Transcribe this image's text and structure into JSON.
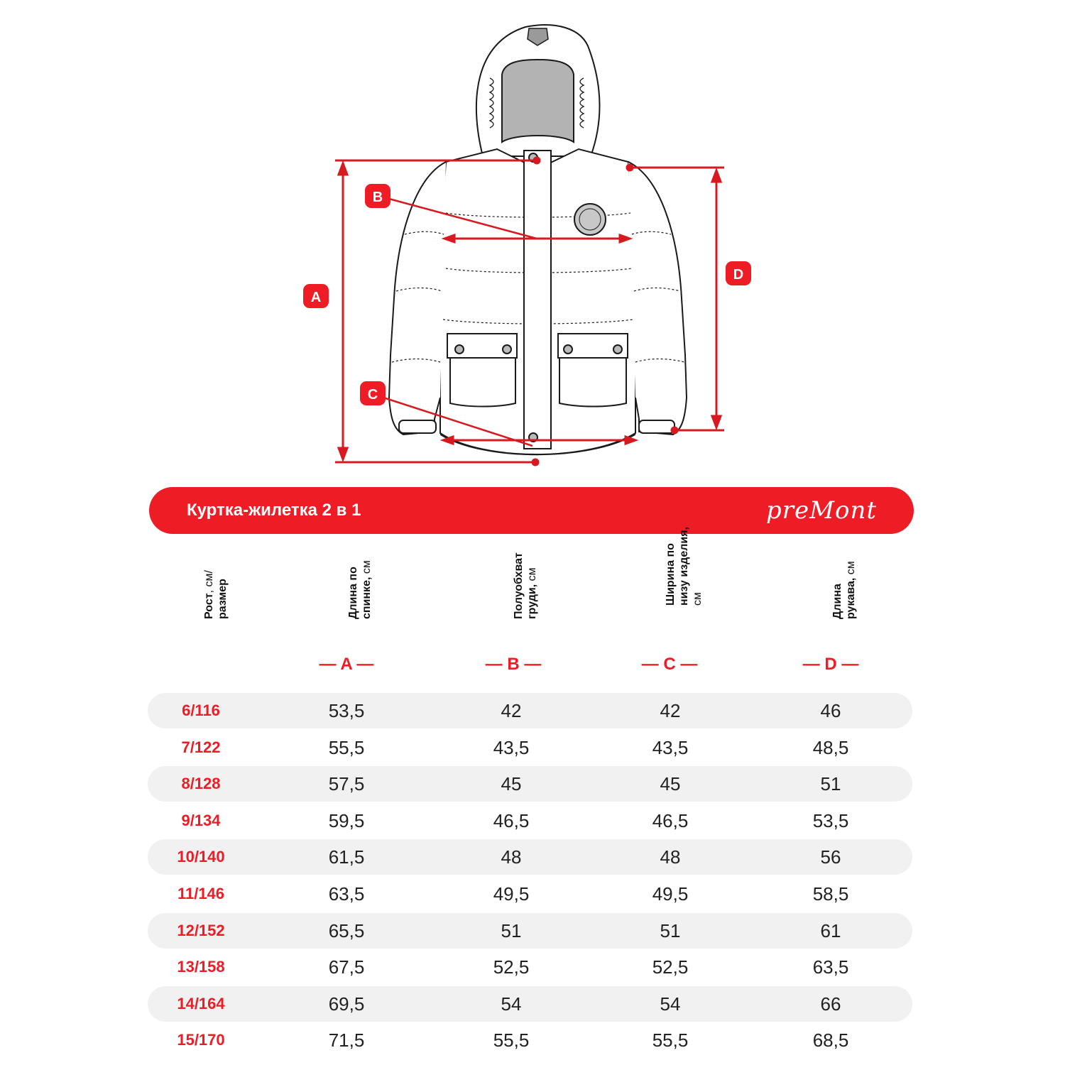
{
  "diagram": {
    "labels": [
      "A",
      "B",
      "C",
      "D"
    ]
  },
  "banner": {
    "title": "Куртка-жилетка 2 в 1",
    "brand": "preMont"
  },
  "table": {
    "headers": [
      {
        "line1": "Рост",
        "line1_unit": ", см/",
        "line2": "размер",
        "line2_unit": "",
        "line3": ""
      },
      {
        "line1": "Длина по",
        "line1_unit": "",
        "line2": "спинке,",
        "line2_unit": " см",
        "line3": ""
      },
      {
        "line1": "Полуобхват",
        "line1_unit": "",
        "line2": "груди,",
        "line2_unit": " см",
        "line3": ""
      },
      {
        "line1": "Ширина по",
        "line1_unit": "",
        "line2": "низу изделия,",
        "line2_unit": "",
        "line3": "см"
      },
      {
        "line1": "Длина",
        "line1_unit": "",
        "line2": "рукава,",
        "line2_unit": " см",
        "line3": ""
      }
    ],
    "letters": [
      "— A —",
      "— B —",
      "— C —",
      "— D —"
    ],
    "rows": [
      [
        "6/116",
        "53,5",
        "42",
        "42",
        "46"
      ],
      [
        "7/122",
        "55,5",
        "43,5",
        "43,5",
        "48,5"
      ],
      [
        "8/128",
        "57,5",
        "45",
        "45",
        "51"
      ],
      [
        "9/134",
        "59,5",
        "46,5",
        "46,5",
        "53,5"
      ],
      [
        "10/140",
        "61,5",
        "48",
        "48",
        "56"
      ],
      [
        "11/146",
        "63,5",
        "49,5",
        "49,5",
        "58,5"
      ],
      [
        "12/152",
        "65,5",
        "51",
        "51",
        "61"
      ],
      [
        "13/158",
        "67,5",
        "52,5",
        "52,5",
        "63,5"
      ],
      [
        "14/164",
        "69,5",
        "54",
        "54",
        "66"
      ],
      [
        "15/170",
        "71,5",
        "55,5",
        "55,5",
        "68,5"
      ]
    ]
  },
  "colors": {
    "accent": "#ee1c25",
    "row_shade": "#f1f1f1",
    "hood_lining": "#b3b3b3"
  }
}
